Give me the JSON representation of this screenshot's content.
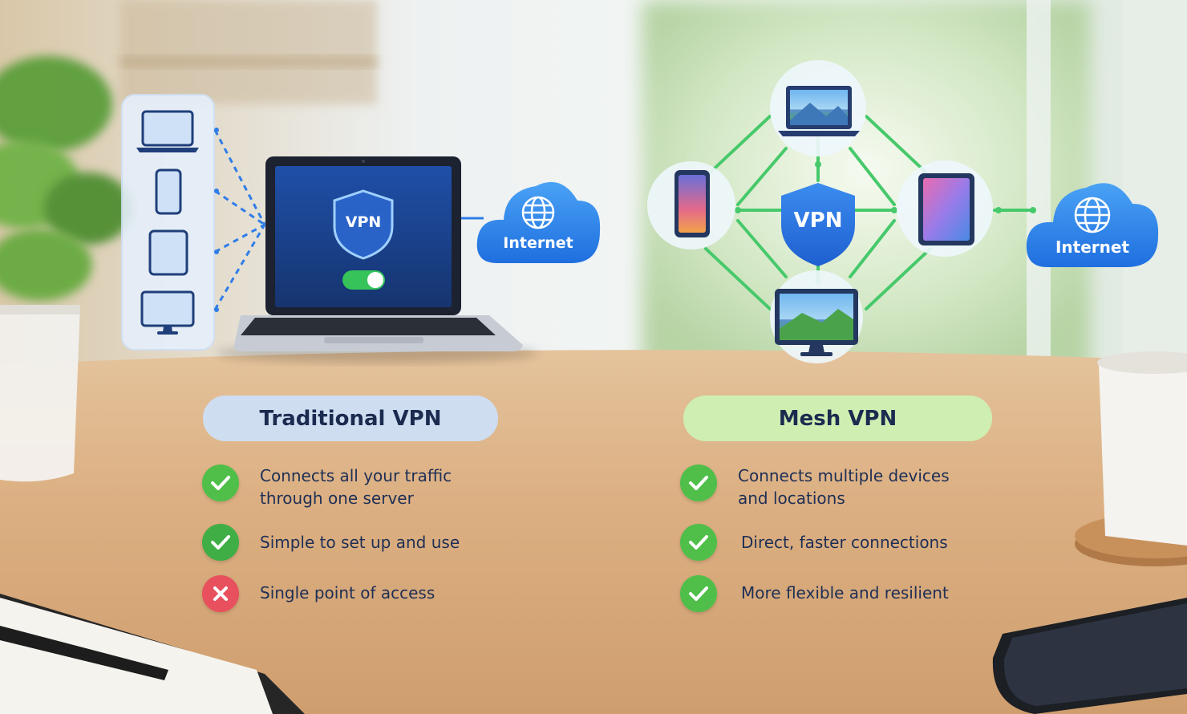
{
  "traditional": {
    "title": "Traditional VPN",
    "shield_label": "VPN",
    "cloud_label": "Internet",
    "features": [
      {
        "icon": "check-icon",
        "lines": [
          "Connects all your traffic",
          "through one server"
        ]
      },
      {
        "icon": "check-icon",
        "lines": [
          "Simple to set up and use"
        ]
      },
      {
        "icon": "cross-icon",
        "lines": [
          "Single point of access"
        ]
      }
    ]
  },
  "mesh": {
    "title": "Mesh VPN",
    "shield_label": "VPN",
    "cloud_label": "Internet",
    "features": [
      {
        "icon": "check-icon",
        "lines": [
          "Connects multiple devices",
          "and locations"
        ]
      },
      {
        "icon": "check-icon",
        "lines": [
          "Direct, faster connections"
        ]
      },
      {
        "icon": "check-icon",
        "lines": [
          "More flexible and resilient"
        ]
      }
    ]
  },
  "colors": {
    "blue_accent": "#2f7de8",
    "green_accent": "#47c96b",
    "check_green": "#4fbf4a",
    "cross_red": "#e8505d",
    "title_text": "#1b2b4f"
  }
}
